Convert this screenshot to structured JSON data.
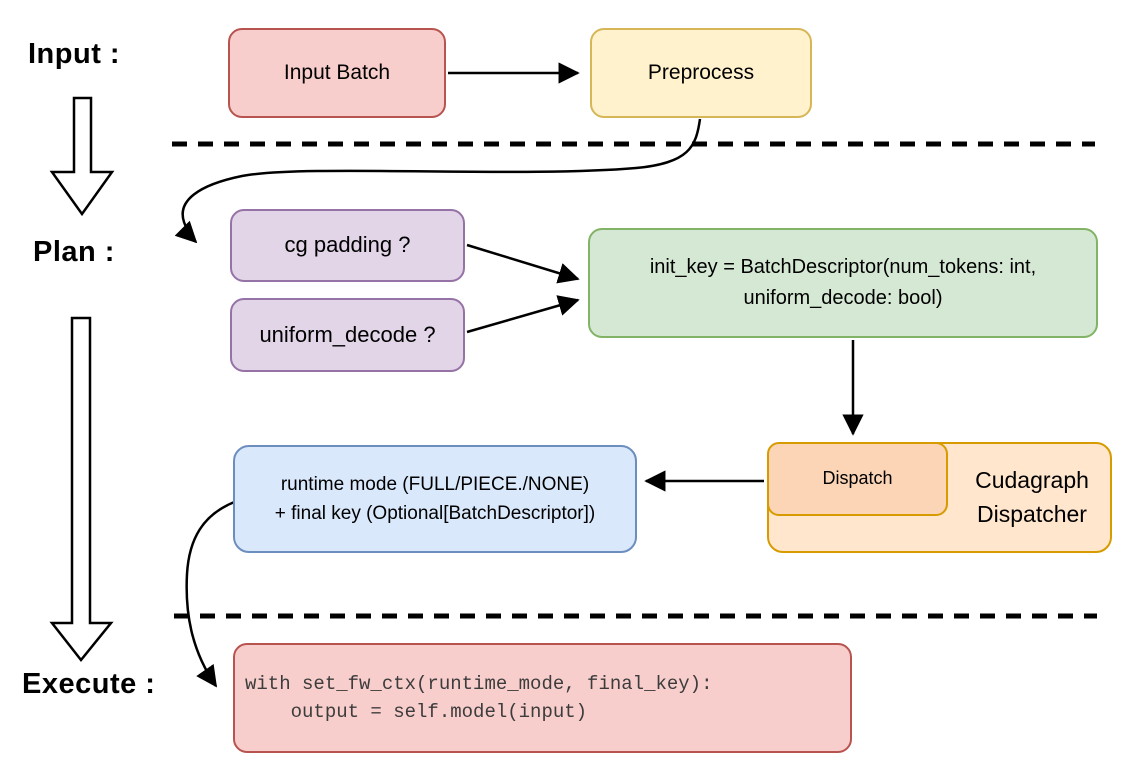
{
  "diagram": {
    "stages": {
      "input": "Input :",
      "plan": "Plan :",
      "execute": "Execute :"
    },
    "nodes": {
      "input_batch": {
        "label": "Input Batch",
        "fill": "#f8cecc",
        "stroke": "#b85450"
      },
      "preprocess": {
        "label": "Preprocess",
        "fill": "#fff2cc",
        "stroke": "#d6b656"
      },
      "cg_padding": {
        "label": "cg padding ?",
        "fill": "#e1d5e7",
        "stroke": "#9673a6"
      },
      "uniform_decode": {
        "label": "uniform_decode ?",
        "fill": "#e1d5e7",
        "stroke": "#9673a6"
      },
      "init_key": {
        "line1": "init_key = BatchDescriptor(num_tokens: int,",
        "line2": "uniform_decode: bool)",
        "fill": "#d5e8d4",
        "stroke": "#82b366"
      },
      "dispatch": {
        "label": "Dispatch",
        "fill": "#fbd5b6",
        "stroke": "#d79b00"
      },
      "cudagraph_dispatcher": {
        "line1": "Cudagraph",
        "line2": "Dispatcher",
        "fill": "#ffe6cc",
        "stroke": "#d79b00"
      },
      "runtime_mode": {
        "line1": "runtime mode (FULL/PIECE./NONE)",
        "line2": "+ final key (Optional[BatchDescriptor])",
        "fill": "#dae8fc",
        "stroke": "#6c8ebf"
      },
      "execute_code": {
        "line1": "with set_fw_ctx(runtime_mode, final_key):",
        "line2": "    output = self.model(input)",
        "fill": "#f8cecc",
        "stroke": "#b85450",
        "text_color": "#3c3c3c"
      }
    },
    "line_color": "#000000"
  }
}
